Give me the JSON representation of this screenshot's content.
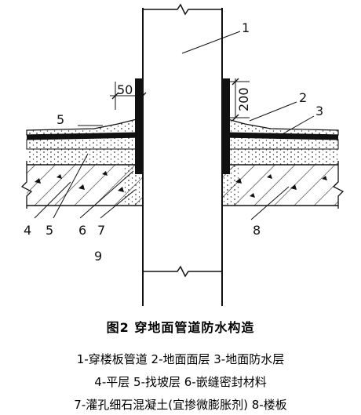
{
  "callouts": {
    "c1": "1",
    "c2": "2",
    "c3": "3",
    "c4": "4",
    "c5_top": "5",
    "c5_bottom": "5",
    "c6": "6",
    "c7": "7",
    "c8": "8",
    "c9": "9"
  },
  "dimensions": {
    "left_width": "50",
    "right_height": "200"
  },
  "caption": {
    "title": "图2 穿地面管道防水构造",
    "legend_line1": "1-穿楼板管道  2-地面面层  3-地面防水层",
    "legend_line2": "4-平层  5-找坡层  6-嵌缝密封材料",
    "legend_line3": "7-灌孔细石混凝土(宜掺微膨胀剂)  8-楼板"
  }
}
